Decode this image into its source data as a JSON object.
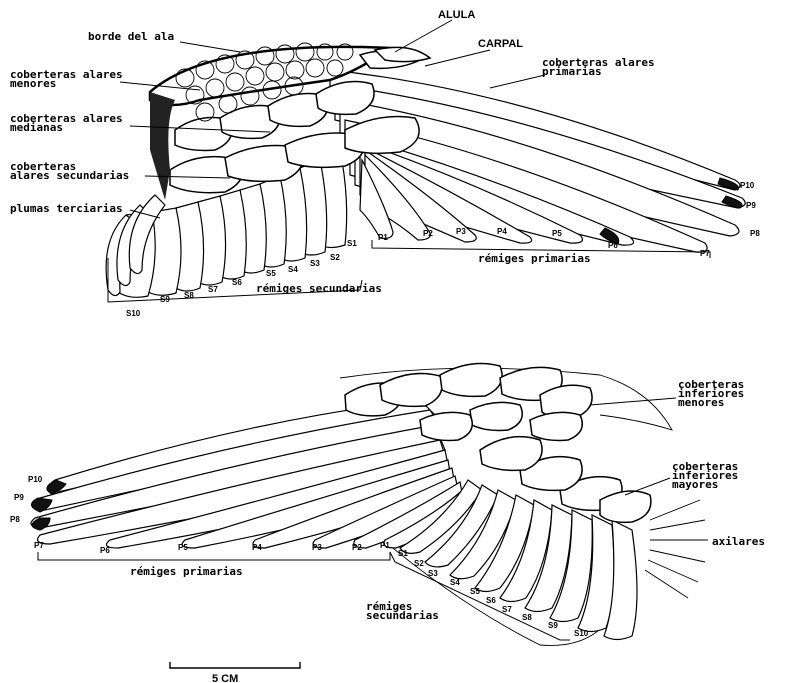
{
  "upper_wing": {
    "labels": {
      "alula": "ALULA",
      "carpal": "CARPAL",
      "borde": "borde del ala",
      "cob_menores": "coberteras alares menores",
      "cob_medianas": "coberteras alares medianas",
      "cob_secundarias": "coberteras alares secundarias",
      "cob_primarias": "coberteras alares primarias",
      "terciarias": "plumas terciarias",
      "remiges_primarias": "rémiges primarias",
      "remiges_secundarias": "rémiges secundarias"
    },
    "primaries": [
      "P1",
      "P2",
      "P3",
      "P4",
      "P5",
      "P6",
      "P7",
      "P8",
      "P9",
      "P10"
    ],
    "secondaries": [
      "S1",
      "S2",
      "S3",
      "S4",
      "S5",
      "S6",
      "S7",
      "S8",
      "S9",
      "S10"
    ]
  },
  "lower_wing": {
    "labels": {
      "cob_menores": "coberteras inferiores menores",
      "cob_mayores": "coberteras inferiores mayores",
      "axilares": "axilares",
      "remiges_primarias": "rémiges primarias",
      "remiges_secundarias": "rémiges secundarias"
    },
    "primaries": [
      "P10",
      "P9",
      "P8",
      "P7",
      "P6",
      "P5",
      "P4",
      "P3",
      "P2",
      "P1"
    ],
    "secondaries": [
      "S1",
      "S2",
      "S3",
      "S4",
      "S5",
      "S6",
      "S7",
      "S8",
      "S9",
      "S10"
    ]
  },
  "scale_bar": "5 CM"
}
